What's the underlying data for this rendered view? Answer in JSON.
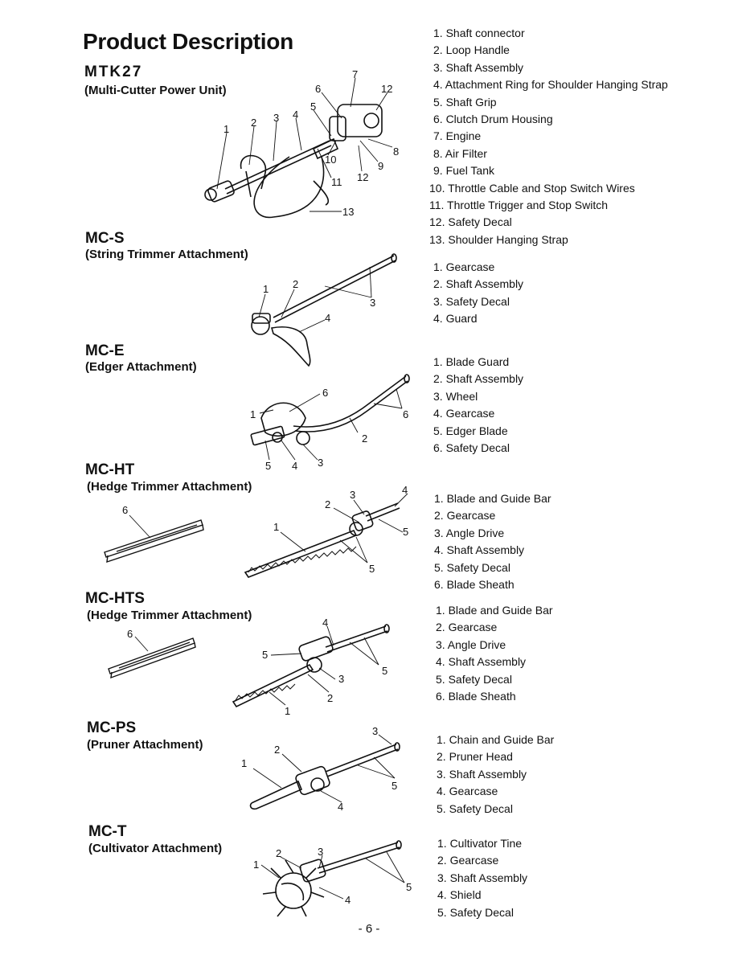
{
  "title": "Product Description",
  "page_number": "- 6 -",
  "sections": [
    {
      "model": "MTK27",
      "subtitle": "(Multi-Cutter Power Unit)",
      "parts": [
        "1. Shaft connector",
        "2. Loop Handle",
        "3. Shaft Assembly",
        "4. Attachment Ring for Shoulder Hanging Strap",
        "5. Shaft Grip",
        "6. Clutch Drum Housing",
        "7. Engine",
        "8. Air Filter",
        "9. Fuel Tank",
        "10. Throttle Cable and Stop Switch Wires",
        "11. Throttle Trigger and Stop Switch",
        "12. Safety Decal",
        "13. Shoulder Hanging Strap"
      ],
      "callouts": [
        "1",
        "2",
        "3",
        "4",
        "5",
        "6",
        "7",
        "12",
        "8",
        "9",
        "10",
        "11",
        "12",
        "13"
      ]
    },
    {
      "model": "MC-S",
      "subtitle": "(String Trimmer Attachment)",
      "parts": [
        "1. Gearcase",
        "2. Shaft Assembly",
        "3. Safety Decal",
        "4. Guard"
      ],
      "callouts": [
        "1",
        "2",
        "3",
        "4"
      ]
    },
    {
      "model": "MC-E",
      "subtitle": "(Edger Attachment)",
      "parts": [
        "1. Blade Guard",
        "2. Shaft Assembly",
        "3. Wheel",
        "4. Gearcase",
        "5. Edger Blade",
        "6. Safety Decal"
      ],
      "callouts": [
        "6",
        "1",
        "6",
        "2",
        "5",
        "4",
        "3"
      ]
    },
    {
      "model": "MC-HT",
      "subtitle": "(Hedge Trimmer Attachment)",
      "parts": [
        "1. Blade and Guide Bar",
        "2. Gearcase",
        "3. Angle Drive",
        "4. Shaft Assembly",
        "5. Safety Decal",
        "6. Blade Sheath"
      ],
      "callouts": [
        "6",
        "3",
        "4",
        "2",
        "1",
        "5",
        "5"
      ]
    },
    {
      "model": "MC-HTS",
      "subtitle": "(Hedge Trimmer Attachment)",
      "parts": [
        "1. Blade and Guide Bar",
        "2. Gearcase",
        "3. Angle Drive",
        "4. Shaft Assembly",
        "5. Safety Decal",
        "6. Blade Sheath"
      ],
      "callouts": [
        "6",
        "4",
        "5",
        "5",
        "3",
        "2",
        "1"
      ]
    },
    {
      "model": "MC-PS",
      "subtitle": "(Pruner Attachment)",
      "parts": [
        "1. Chain and Guide Bar",
        "2. Pruner Head",
        "3. Shaft Assembly",
        "4. Gearcase",
        "5. Safety Decal"
      ],
      "callouts": [
        "3",
        "2",
        "1",
        "5",
        "4"
      ]
    },
    {
      "model": "MC-T",
      "subtitle": "(Cultivator Attachment)",
      "parts": [
        "1. Cultivator Tine",
        "2. Gearcase",
        "3. Shaft Assembly",
        "4. Shield",
        "5. Safety Decal"
      ],
      "callouts": [
        "2",
        "3",
        "1",
        "5",
        "4"
      ]
    }
  ]
}
